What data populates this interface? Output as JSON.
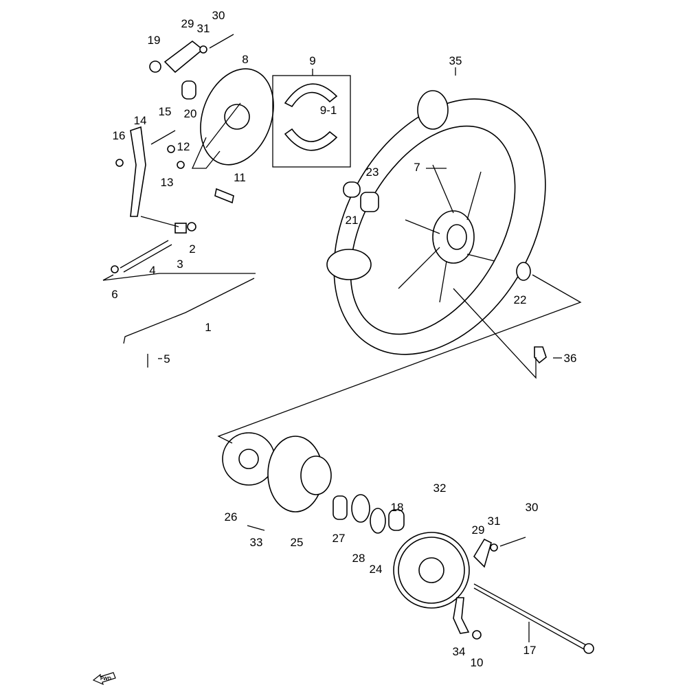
{
  "diagram": {
    "part_labels": [
      "30",
      "29",
      "31",
      "19",
      "8",
      "9",
      "35",
      "20",
      "15",
      "9-1",
      "14",
      "16",
      "12",
      "13",
      "11",
      "23",
      "7",
      "21",
      "2",
      "3",
      "4",
      "6",
      "22",
      "1",
      "5",
      "36",
      "32",
      "30",
      "18",
      "31",
      "29",
      "26",
      "33",
      "25",
      "27",
      "28",
      "24",
      "34",
      "17",
      "10"
    ],
    "direction_indicator": "FWD",
    "colors": {
      "line": "#000000",
      "background": "#ffffff"
    }
  }
}
